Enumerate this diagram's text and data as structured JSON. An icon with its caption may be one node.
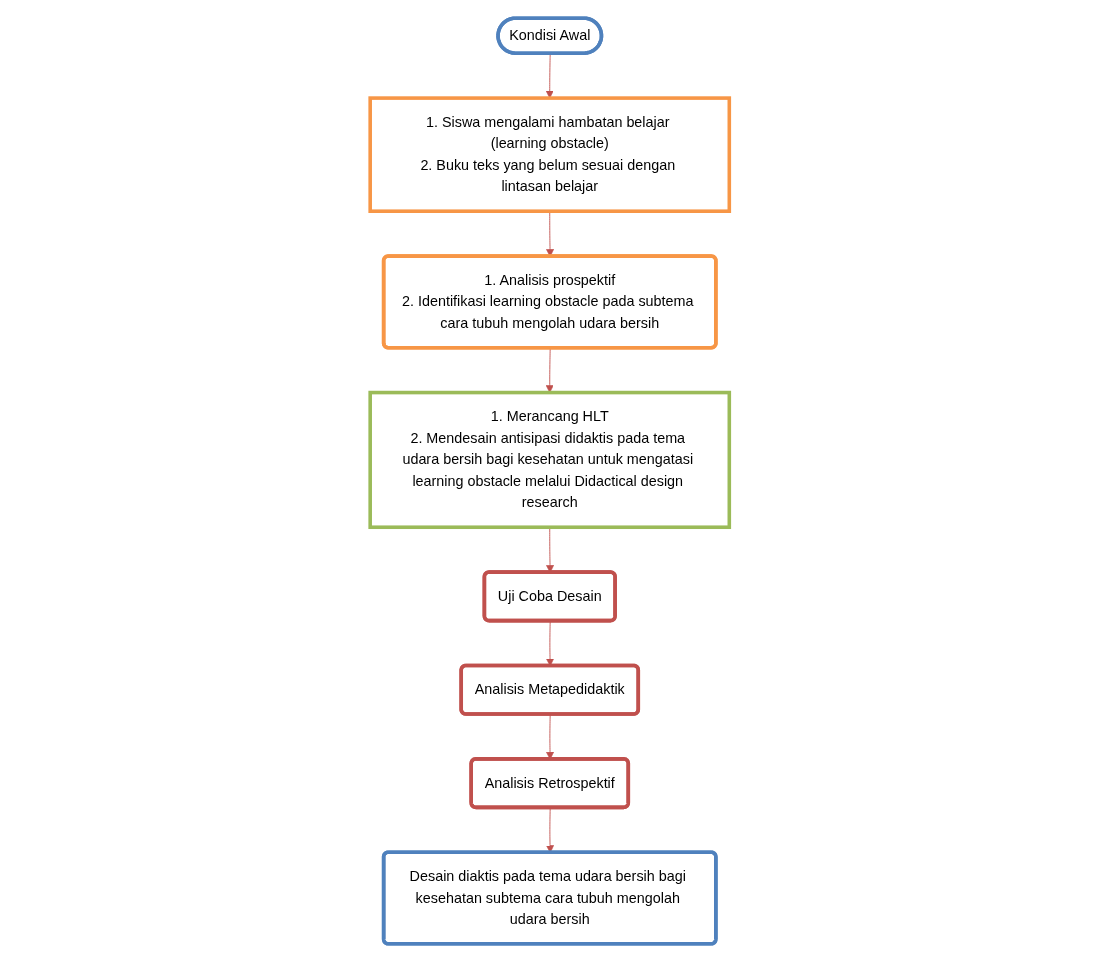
{
  "diagram": {
    "nodes": [
      {
        "text": [
          "Kondisi Awal"
        ]
      },
      {
        "text": [
          "1. Siswa mengalami hambatan belajar (learning obstacle)",
          "2. Buku teks yang belum sesuai dengan lintasan belajar"
        ]
      },
      {
        "text": [
          "1. Analisis prospektif",
          "2. Identifikasi learning obstacle pada subtema cara tubuh mengolah udara bersih"
        ]
      },
      {
        "text": [
          "1. Merancang HLT",
          "2. Mendesain antisipasi didaktis pada tema udara bersih bagi kesehatan untuk mengatasi learning obstacle melalui Didactical design research"
        ]
      },
      {
        "text": [
          "Uji Coba Desain"
        ]
      },
      {
        "text": [
          "Analisis Metapedidaktik"
        ]
      },
      {
        "text": [
          "Analisis Retrospektif"
        ]
      },
      {
        "text": [
          "Desain diaktis pada tema udara bersih bagi kesehatan subtema cara tubuh mengolah udara bersih"
        ]
      }
    ],
    "edges": [
      {
        "from": 0,
        "to": 1,
        "arrow": "to"
      },
      {
        "from": 1,
        "to": 2,
        "arrow": "to"
      },
      {
        "from": 2,
        "to": 3,
        "arrow": "to"
      },
      {
        "from": 3,
        "to": 4,
        "arrow": "to"
      },
      {
        "from": 4,
        "to": 5,
        "arrow": "to"
      },
      {
        "from": 5,
        "to": 6,
        "arrow": "to"
      },
      {
        "from": 6,
        "to": 7,
        "arrow": "to"
      }
    ]
  }
}
